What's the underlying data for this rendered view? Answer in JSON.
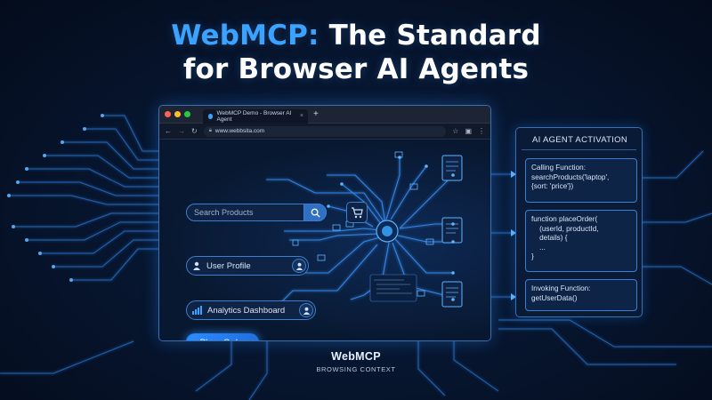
{
  "title": {
    "accent": "WebMCP:",
    "line1_rest": " The Standard",
    "line2": "for Browser AI Agents"
  },
  "browser": {
    "tab_title": "WebMCP Demo - Browser AI Agent",
    "tab_close": "×",
    "new_tab": "+",
    "url": "www.webbsita.com",
    "nav": {
      "back": "←",
      "forward": "→",
      "reload": "↻"
    },
    "icons": [
      "star-icon",
      "split-view-icon",
      "menu-dots-icon"
    ]
  },
  "viewport": {
    "search_placeholder": "Search Products",
    "user_profile": "User Profile",
    "analytics": "Analytics Dashboard",
    "place_order": "Place Order"
  },
  "panel": {
    "title": "AI AGENT ACTIVATION",
    "call1": "Calling Function:\nsearchProducts('laptop',\n{sort: 'price'})",
    "call2": "function placeOrder(\n    (userId, productId,\n    details) {\n    ...\n}",
    "call3": "Invoking Function:\ngetUserData()"
  },
  "footer": {
    "name": "WebMCP",
    "subtitle": "BROWSING CONTEXT"
  },
  "colors": {
    "accent": "#3aa3ff",
    "background": "#071630",
    "border": "#3b6fae",
    "button": "#2b8cff"
  }
}
